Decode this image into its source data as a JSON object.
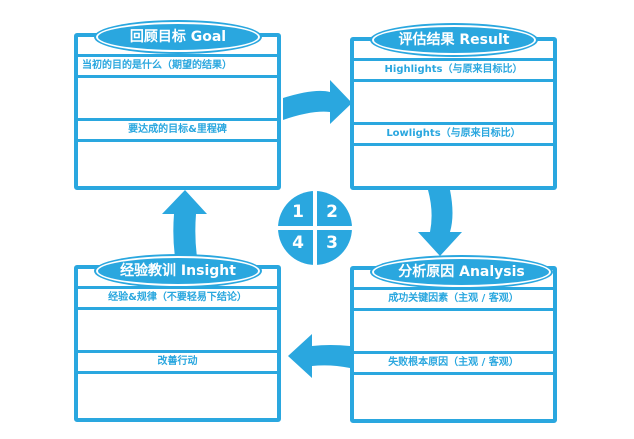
{
  "accent_color": "#2aa7df",
  "quadrants": {
    "goal": {
      "title": "回顾目标 Goal",
      "row1": "当初的目的是什么（期望的结果）",
      "row2": "要达成的目标&里程碑"
    },
    "result": {
      "title": "评估结果 Result",
      "row1": "Highlights（与原来目标比）",
      "row2": "Lowlights（与原来目标比）"
    },
    "insight": {
      "title": "经验教训 Insight",
      "row1": "经验&规律（不要轻易下结论）",
      "row2": "改善行动"
    },
    "analysis": {
      "title": "分析原因 Analysis",
      "row1": "成功关键因素（主观 / 客观）",
      "row2": "失败根本原因（主观 / 客观）"
    }
  },
  "center": {
    "n1": "1",
    "n2": "2",
    "n3": "3",
    "n4": "4"
  }
}
